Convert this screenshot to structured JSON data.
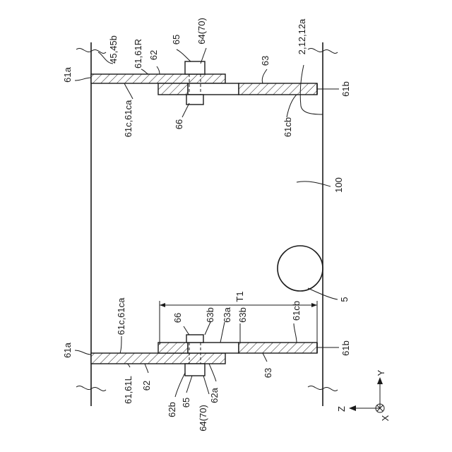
{
  "labels": {
    "base_top": "61a",
    "base_bottom": "61a",
    "shaft_top": "61b",
    "shaft_bottom": "61b",
    "frame_right": "45,45b",
    "plate_right_id": "61,61R",
    "plate_right_62": "62",
    "bolt_right_65": "65",
    "bolt_right_64": "64(70)",
    "sheet_right_63": "63",
    "frame_right_2": "2,12,12a",
    "plate_right_c": "61c,61ca",
    "bolt_right_66": "66",
    "plate_right_cb": "61cb",
    "tray_100": "100",
    "roller_5": "5",
    "dim_t1": "T1",
    "plate_left_c": "61c,61ca",
    "bolt_left_66": "66",
    "left_63b_a": "63b",
    "left_63a": "63a",
    "left_63b_b": "63b",
    "plate_left_cb": "61cb",
    "plate_left_id": "61,61L",
    "plate_left_62": "62",
    "left_62b": "62b",
    "bolt_left_65": "65",
    "left_64": "64(70)",
    "left_62a": "62a",
    "sheet_left_63": "63"
  },
  "axes": {
    "z": "Z",
    "y": "Y",
    "x": "X"
  }
}
